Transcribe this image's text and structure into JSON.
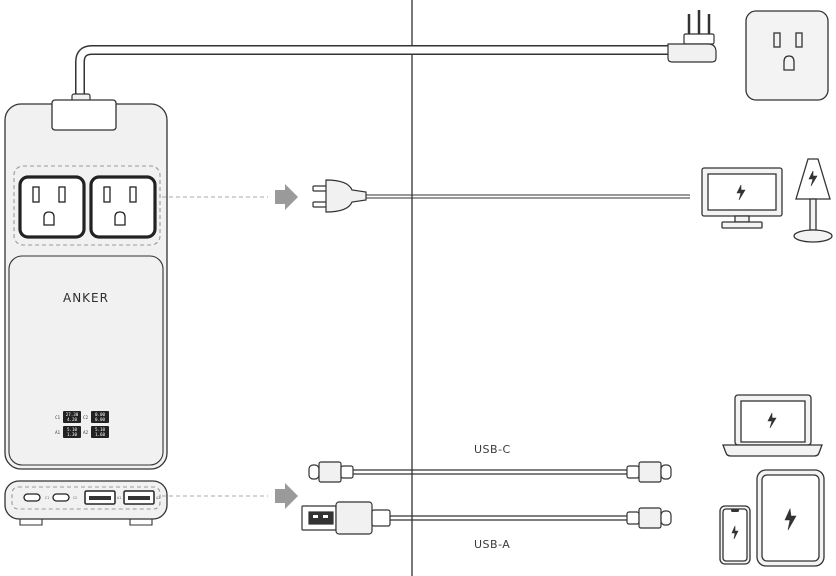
{
  "brand": "ANKER",
  "cables": {
    "usb_c_label": "USB-C",
    "usb_a_label": "USB-A"
  },
  "display": {
    "c1_label": "C1",
    "c1_top": "27.30",
    "c1_bot": "4.20",
    "c2_label": "C2",
    "c2_top": "0.00",
    "c2_bot": "0.00",
    "a1_label": "A1",
    "a1_top": "5.10",
    "a1_bot": "1.30",
    "a2_label": "A2",
    "a2_top": "5.10",
    "a2_bot": "1.60"
  },
  "ports": {
    "c1": "C1",
    "c2": "C2",
    "a1": "A1",
    "a2": "A2"
  },
  "colors": {
    "line": "#222222",
    "device_fill": "#f1f1f1",
    "arrow": "#9a9a9a",
    "dash": "#aaaaaa"
  }
}
